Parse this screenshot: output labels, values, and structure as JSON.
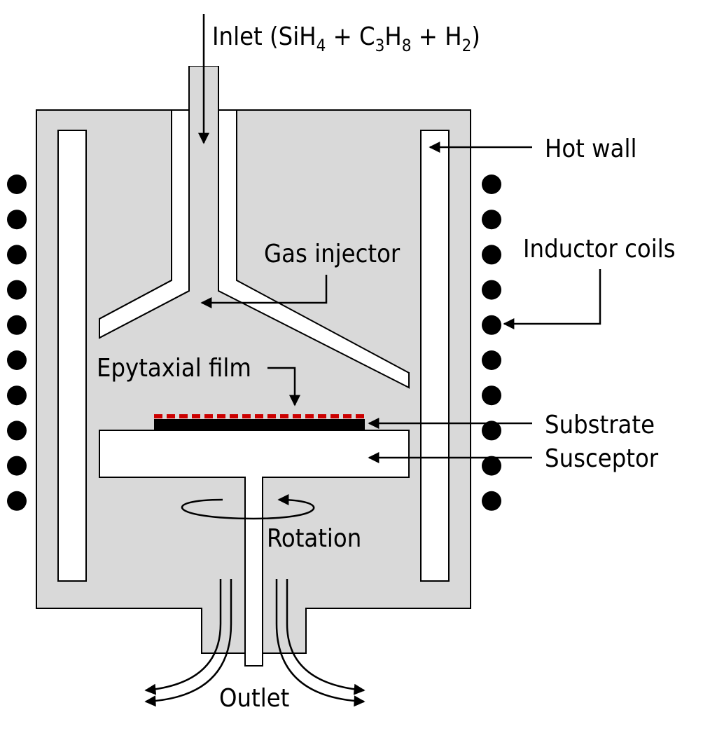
{
  "labels": {
    "inlet_prefix": "Inlet (SiH",
    "inlet_sub1": "4",
    "inlet_mid1": " + C",
    "inlet_sub2": "3",
    "inlet_mid2": "H",
    "inlet_sub3": "8",
    "inlet_mid3": " + H",
    "inlet_sub4": "2",
    "inlet_suffix": ")",
    "hot_wall": "Hot wall",
    "inductor_coils": "Inductor coils",
    "gas_injector": "Gas injector",
    "epitaxial_film": "Epytaxial film",
    "substrate": "Substrate",
    "susceptor": "Susceptor",
    "rotation": "Rotation",
    "outlet": "Outlet"
  },
  "colors": {
    "chamber_fill": "#d9d9d9",
    "outline": "#000000",
    "film": "#cc0000",
    "substrate": "#000000",
    "coil": "#000000",
    "background": "#ffffff"
  },
  "coil_count_per_side": 10
}
